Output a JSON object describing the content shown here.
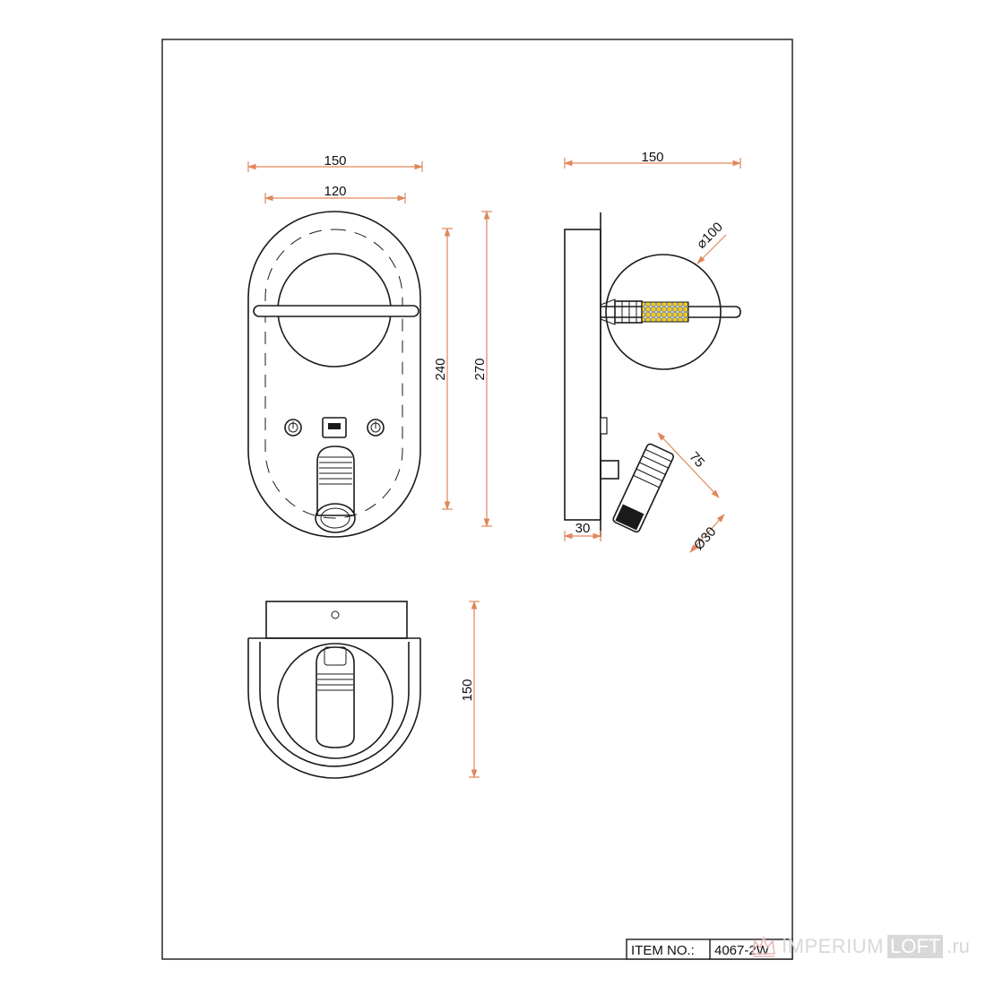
{
  "front_view": {
    "dim_width_outer": "150",
    "dim_width_inner": "120",
    "dim_height_inner": "240",
    "dim_height_outer": "270"
  },
  "side_view": {
    "dim_width": "150",
    "dim_globe_diameter": "⌀100",
    "dim_arm_length": "75",
    "dim_spot_diameter": "Ø30",
    "dim_depth": "30"
  },
  "bottom_view": {
    "dim_height": "150"
  },
  "title_block": {
    "item_label": "ITEM NO.:",
    "item_value": "4067-2W"
  },
  "watermark": {
    "brand_part1": "IMPERIUM",
    "brand_part2": "LOFT",
    "brand_suffix": ".ru",
    "icon": "crown-icon"
  },
  "colors": {
    "dimension_lines": "#e0875a",
    "outline": "#1a1a1a",
    "watermark": "#d8d8d8"
  }
}
